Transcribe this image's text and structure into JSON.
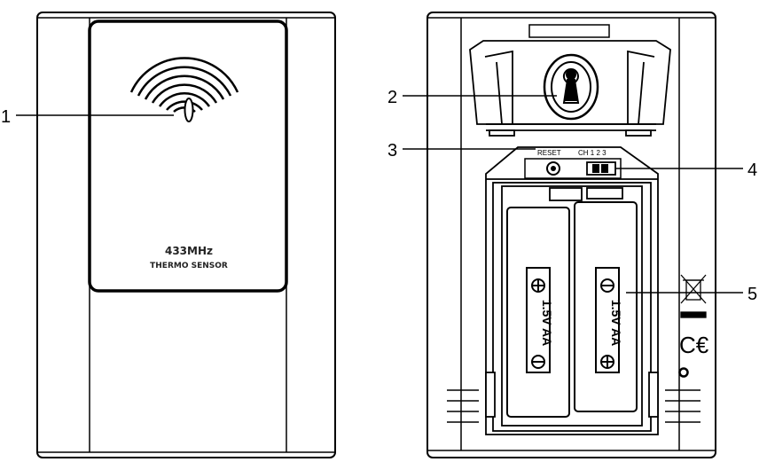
{
  "front": {
    "frequency": "433MHz",
    "model": "THERMO SENSOR"
  },
  "back": {
    "reset_label": "RESET",
    "channel_label": "CH  1  2  3",
    "battery_text": "1.5V AA"
  },
  "callouts": [
    "1",
    "2",
    "3",
    "4",
    "5"
  ],
  "colors": {
    "line": "#000000",
    "panel": "#ffffff",
    "shade": "#e8e8e8"
  },
  "icons": [
    "wifi-signal-icon",
    "keyhole-mount-icon",
    "weee-bin-icon",
    "ce-mark-icon",
    "circle-mark-icon"
  ]
}
